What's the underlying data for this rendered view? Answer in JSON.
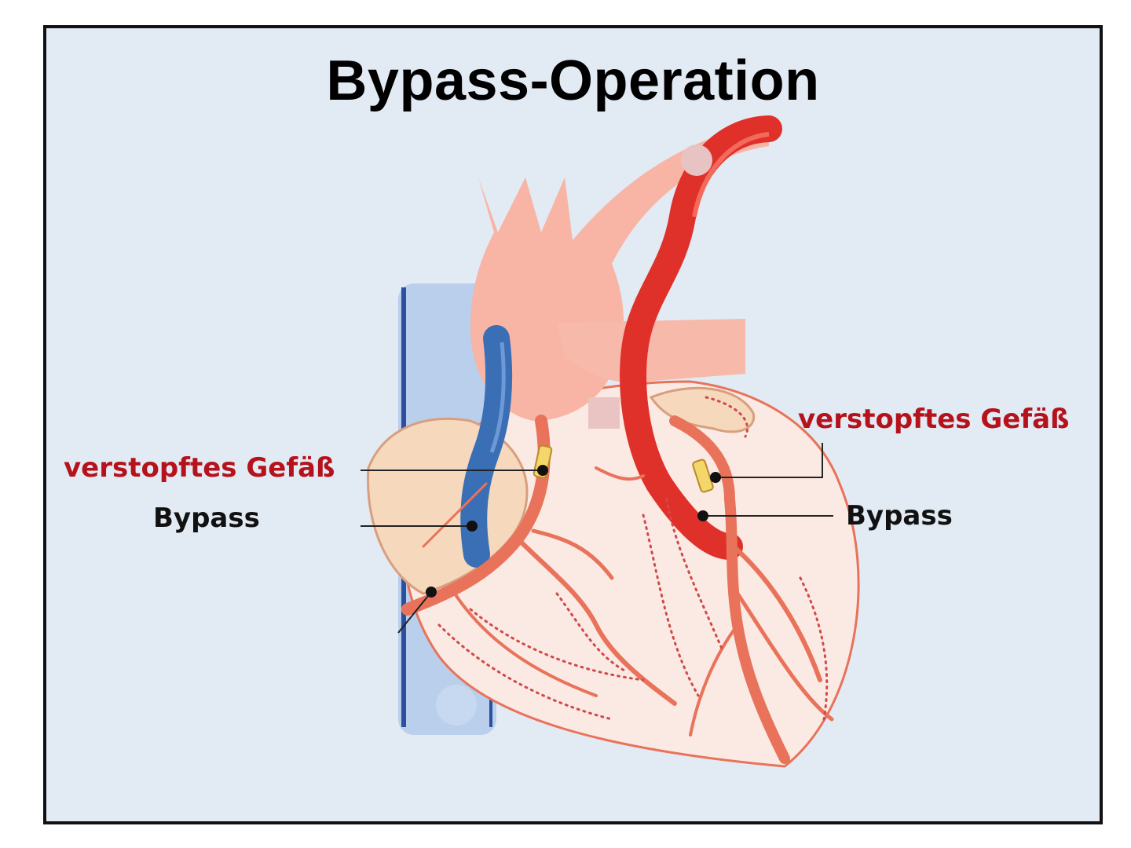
{
  "title": "Bypass-Operation",
  "labels": {
    "left_blocked": "verstopftes Gefäß",
    "left_bypass": "Bypass",
    "right_blocked": "verstopftes Gefäß",
    "right_bypass": "Bypass"
  },
  "colors": {
    "background": "#e2eaf4",
    "label_red": "#b5121b",
    "artery_red": "#e0302a",
    "vein_blue": "#3a6fb5",
    "heart_fill": "#fbe6df",
    "coronary": "#e8735a"
  }
}
